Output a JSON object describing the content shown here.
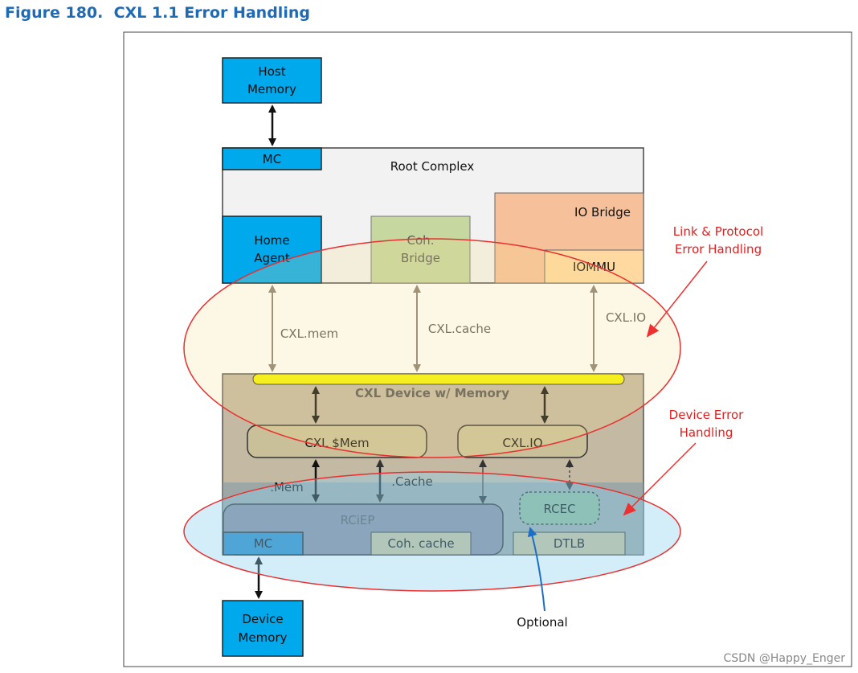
{
  "figure": {
    "number": "Figure 180.",
    "title": "CXL 1.1 Error Handling"
  },
  "diagram": {
    "host_memory": [
      "Host",
      "Memory"
    ],
    "mc_top": "MC",
    "root_complex": "Root Complex",
    "io_bridge": "IO Bridge",
    "home_agent": [
      "Home",
      "Agent"
    ],
    "coh_bridge": [
      "Coh.",
      "Bridge"
    ],
    "iommu": "IOMMU",
    "cxl_mem": "CXL.mem",
    "cxl_cache": "CXL.cache",
    "cxl_io": "CXL.IO",
    "device_box": "CXL Device w/ Memory",
    "cxl_smem": "CXL $Mem",
    "cxl_io_block": "CXL.IO",
    "mem_label": ".Mem",
    "cache_label": ".Cache",
    "rciep": "RCiEP",
    "mc_bottom": "MC",
    "coh_cache": "Coh. cache",
    "rcec": "RCEC",
    "dtlb": "DTLB",
    "device_memory": [
      "Device",
      "Memory"
    ],
    "optional": "Optional",
    "link_protocol": [
      "Link & Protocol",
      "Error Handling"
    ],
    "device_error": [
      "Device Error",
      "Handling"
    ]
  },
  "watermark": "CSDN @Happy_Enger",
  "colors": {
    "title_blue": "#1f6ab4",
    "memory_blue": "#00a8ec",
    "annotation_red": "#e02020",
    "yellow_bus": "#f5f500",
    "optional_arrow": "#1c6fc4"
  }
}
